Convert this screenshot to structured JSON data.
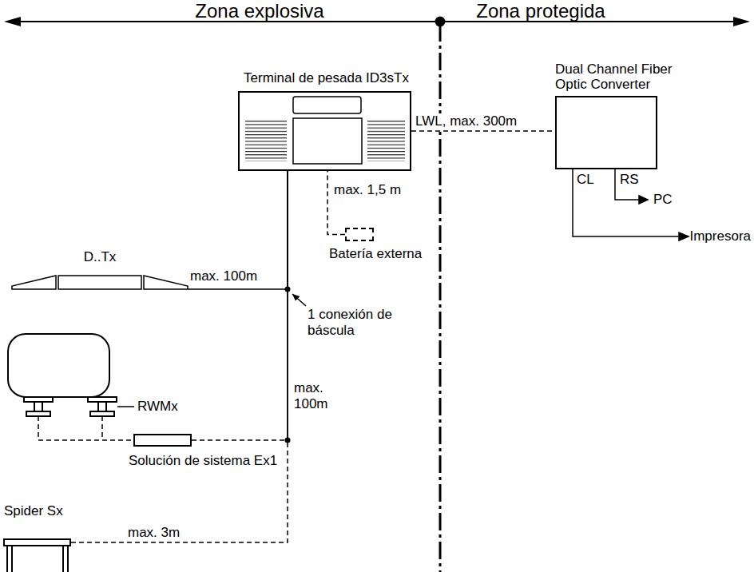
{
  "diagram": {
    "nodes": [
      {
        "text": [
          "Terminal de pesada ID3sTx"
        ]
      },
      {
        "text": [
          "Dual Channel Fiber Optic Converter"
        ]
      },
      {
        "text": [
          "Batería externa"
        ]
      },
      {
        "text": [
          "D..Tx"
        ]
      },
      {
        "text": [
          "Solución de sistema Ex1"
        ]
      },
      {
        "text": [
          "Spider Sx"
        ]
      }
    ],
    "edges": [
      {
        "from": 0,
        "to": 1,
        "label": "LWL, max. 300m",
        "arrow": "none"
      },
      {
        "from": 2,
        "to": 0,
        "label": "max. 1,5 m",
        "arrow": "none"
      },
      {
        "from": 3,
        "to": 0,
        "label": "max. 100m",
        "arrow": "none"
      },
      {
        "from": 4,
        "to": 0,
        "label": "max. 100m",
        "arrow": "none"
      },
      {
        "from": 5,
        "to": 0,
        "label": "max. 3m",
        "arrow": "none"
      }
    ],
    "labels": [
      "Zona explosiva",
      "Zona protegida",
      "1 conexión de báscula",
      "RWMx",
      "CL",
      "RS",
      "PC",
      "Impresora"
    ]
  }
}
